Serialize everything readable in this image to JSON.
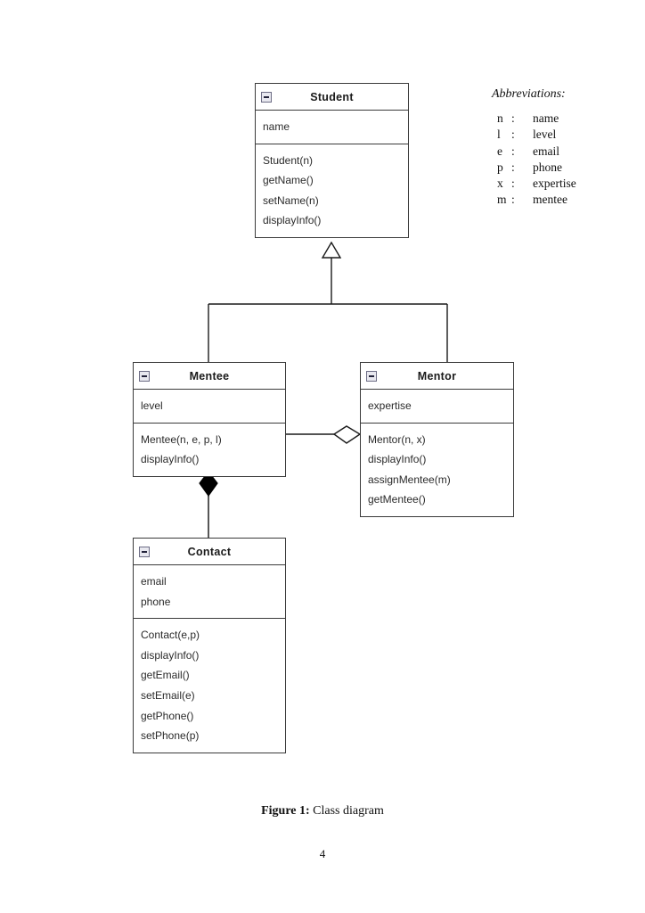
{
  "diagram": {
    "caption_label": "Figure 1:",
    "caption_text": " Class diagram",
    "page_number": "4",
    "collapse_icon": "minus-box-icon",
    "line_color": "#1a1a1a",
    "border_color": "#3a3a3a"
  },
  "classes": {
    "student": {
      "name": "Student",
      "attributes": [
        "name"
      ],
      "methods": [
        "Student(n)",
        "getName()",
        "setName(n)",
        "displayInfo()"
      ]
    },
    "mentee": {
      "name": "Mentee",
      "attributes": [
        "level"
      ],
      "methods": [
        "Mentee(n, e, p, l)",
        "displayInfo()"
      ]
    },
    "mentor": {
      "name": "Mentor",
      "attributes": [
        "expertise"
      ],
      "methods": [
        "Mentor(n, x)",
        "displayInfo()",
        "assignMentee(m)",
        "getMentee()"
      ]
    },
    "contact": {
      "name": "Contact",
      "attributes": [
        "email",
        "phone"
      ],
      "methods": [
        "Contact(e,p)",
        "displayInfo()",
        "getEmail()",
        "setEmail(e)",
        "getPhone()",
        "setPhone(p)"
      ]
    }
  },
  "relationships": [
    {
      "id": "student-mentee-generalization",
      "type": "generalization",
      "from": "Mentee",
      "to": "Student",
      "marker": "hollow-triangle"
    },
    {
      "id": "student-mentor-generalization",
      "type": "generalization",
      "from": "Mentor",
      "to": "Student",
      "marker": "hollow-triangle"
    },
    {
      "id": "mentor-mentee-aggregation",
      "type": "aggregation",
      "from": "Mentor",
      "to": "Mentee",
      "marker": "hollow-diamond"
    },
    {
      "id": "mentee-contact-composition",
      "type": "composition",
      "from": "Mentee",
      "to": "Contact",
      "marker": "filled-diamond"
    }
  ],
  "abbreviations": {
    "title": "Abbreviations:",
    "separator": ":",
    "items": [
      {
        "key": "n",
        "value": "name"
      },
      {
        "key": "l",
        "value": "level"
      },
      {
        "key": "e",
        "value": "email"
      },
      {
        "key": "p",
        "value": "phone"
      },
      {
        "key": "x",
        "value": "expertise"
      },
      {
        "key": "m",
        "value": "mentee"
      }
    ]
  }
}
